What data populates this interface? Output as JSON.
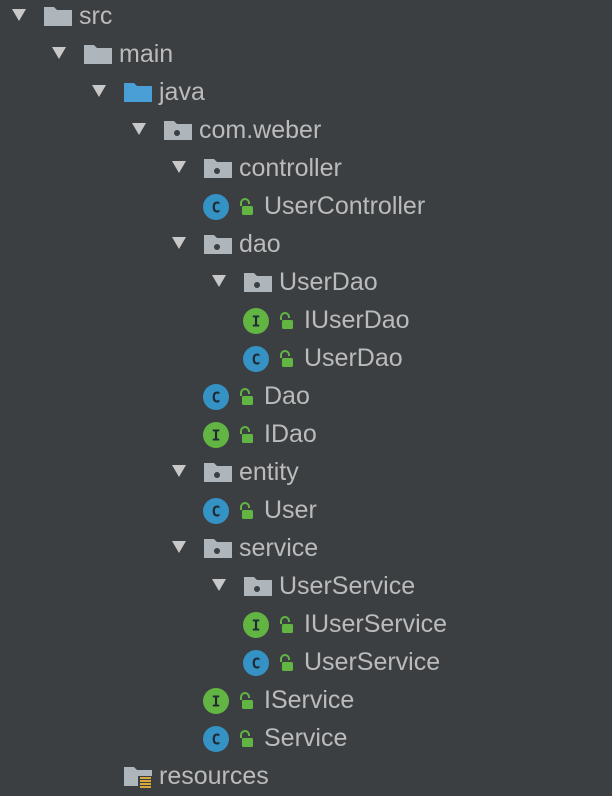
{
  "tree": [
    {
      "depth": 0,
      "kind": "folder",
      "label": "src",
      "expanded": true
    },
    {
      "depth": 1,
      "kind": "folder",
      "label": "main",
      "expanded": true
    },
    {
      "depth": 2,
      "kind": "source-folder",
      "label": "java",
      "expanded": true
    },
    {
      "depth": 3,
      "kind": "package",
      "label": "com.weber",
      "expanded": true
    },
    {
      "depth": 4,
      "kind": "package",
      "label": "controller",
      "expanded": true
    },
    {
      "depth": 5,
      "kind": "class",
      "badge": "C",
      "label": "UserController"
    },
    {
      "depth": 4,
      "kind": "package",
      "label": "dao",
      "expanded": true
    },
    {
      "depth": 5,
      "kind": "package",
      "label": "UserDao",
      "expanded": true
    },
    {
      "depth": 6,
      "kind": "interface",
      "badge": "I",
      "label": "IUserDao"
    },
    {
      "depth": 6,
      "kind": "class",
      "badge": "C",
      "label": "UserDao"
    },
    {
      "depth": 5,
      "kind": "class",
      "badge": "C",
      "label": "Dao"
    },
    {
      "depth": 5,
      "kind": "interface",
      "badge": "I",
      "label": "IDao"
    },
    {
      "depth": 4,
      "kind": "package",
      "label": "entity",
      "expanded": true
    },
    {
      "depth": 5,
      "kind": "class",
      "badge": "C",
      "label": "User"
    },
    {
      "depth": 4,
      "kind": "package",
      "label": "service",
      "expanded": true
    },
    {
      "depth": 5,
      "kind": "package",
      "label": "UserService",
      "expanded": true
    },
    {
      "depth": 6,
      "kind": "interface",
      "badge": "I",
      "label": "IUserService"
    },
    {
      "depth": 6,
      "kind": "class",
      "badge": "C",
      "label": "UserService"
    },
    {
      "depth": 5,
      "kind": "interface",
      "badge": "I",
      "label": "IService"
    },
    {
      "depth": 5,
      "kind": "class",
      "badge": "C",
      "label": "Service"
    },
    {
      "depth": 2,
      "kind": "resources-folder",
      "label": "resources"
    }
  ],
  "colors": {
    "background": "#3c3f41",
    "text": "#bbbbbb",
    "folder": "#aeb5bb",
    "source_folder": "#4a9fd6",
    "class_badge": "#3592c4",
    "interface_badge": "#62b543",
    "lock": "#62b543",
    "arrow": "#c8c8c8"
  }
}
